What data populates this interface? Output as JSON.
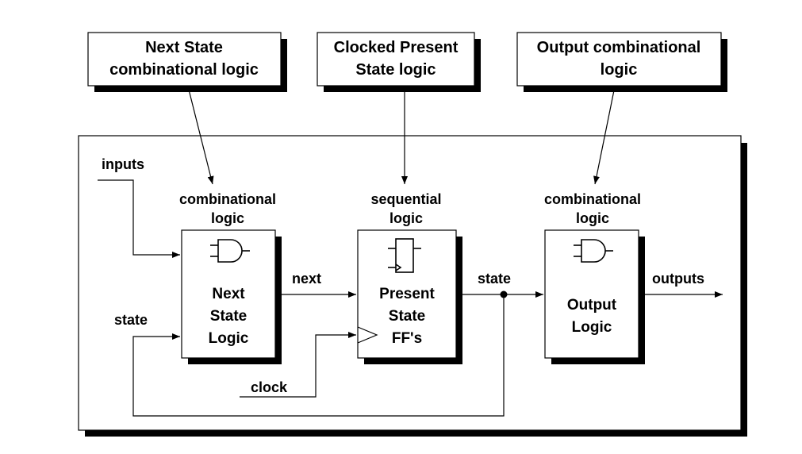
{
  "callouts": {
    "next_state": [
      "Next State",
      "combinational logic"
    ],
    "clocked_present": [
      "Clocked Present",
      "State logic"
    ],
    "output": [
      "Output combinational",
      "logic"
    ]
  },
  "blocks": {
    "next_state": {
      "type_label": [
        "combinational",
        "logic"
      ],
      "title": [
        "Next",
        "State",
        "Logic"
      ]
    },
    "present_state": {
      "type_label": [
        "sequential",
        "logic"
      ],
      "title": [
        "Present",
        "State",
        "FF's"
      ]
    },
    "output": {
      "type_label": [
        "combinational",
        "logic"
      ],
      "title": [
        "Output",
        "Logic"
      ]
    }
  },
  "signals": {
    "inputs": "inputs",
    "state_feedback": "state",
    "next": "next",
    "state": "state",
    "outputs": "outputs",
    "clock": "clock"
  },
  "icons": [
    "and-gate-icon",
    "flip-flop-icon",
    "and-gate-icon"
  ]
}
